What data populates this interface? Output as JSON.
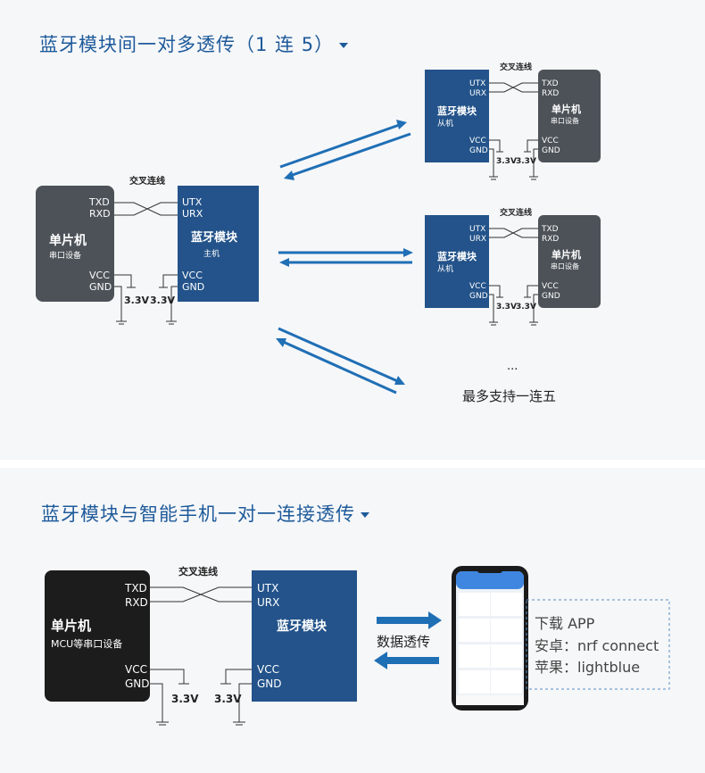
{
  "section1": {
    "title": "蓝牙模块间一对多透传（1 连 5）",
    "cross_label": "交叉连线",
    "master_mcu": {
      "name": "单片机",
      "sub": "串口设备",
      "txd": "TXD",
      "rxd": "RXD",
      "vcc": "VCC",
      "gnd": "GND"
    },
    "master_ble": {
      "name": "蓝牙模块",
      "sub": "主机",
      "utx": "UTX",
      "urx": "URX",
      "vcc": "VCC",
      "gnd": "GND"
    },
    "voltage": "3.3V",
    "slave_ble": {
      "name": "蓝牙模块",
      "sub": "从机",
      "utx": "UTX",
      "urx": "URX",
      "vcc": "VCC",
      "gnd": "GND"
    },
    "slave_mcu": {
      "name": "单片机",
      "sub": "串口设备",
      "txd": "TXD",
      "rxd": "RXD",
      "vcc": "VCC",
      "gnd": "GND"
    },
    "ellipsis": "...",
    "max_note": "最多支持一连五"
  },
  "section2": {
    "title": "蓝牙模块与智能手机一对一连接透传",
    "cross_label": "交叉连线",
    "mcu": {
      "name": "单片机",
      "sub": "MCU等串口设备",
      "txd": "TXD",
      "rxd": "RXD",
      "vcc": "VCC",
      "gnd": "GND"
    },
    "ble": {
      "name": "蓝牙模块",
      "utx": "UTX",
      "urx": "URX",
      "vcc": "VCC",
      "gnd": "GND"
    },
    "voltage": "3.3V",
    "transfer_label": "数据透传",
    "download": {
      "title": "下载 APP",
      "android": "安卓：nrf connect",
      "ios": "苹果：lightblue"
    }
  },
  "colors": {
    "ble_blue": "#23538a",
    "mcu_gray": "#4c5258",
    "mcu_black": "#1c1c1c",
    "arrow_blue": "#1f6fb5",
    "heading_blue": "#1e5a9a"
  }
}
